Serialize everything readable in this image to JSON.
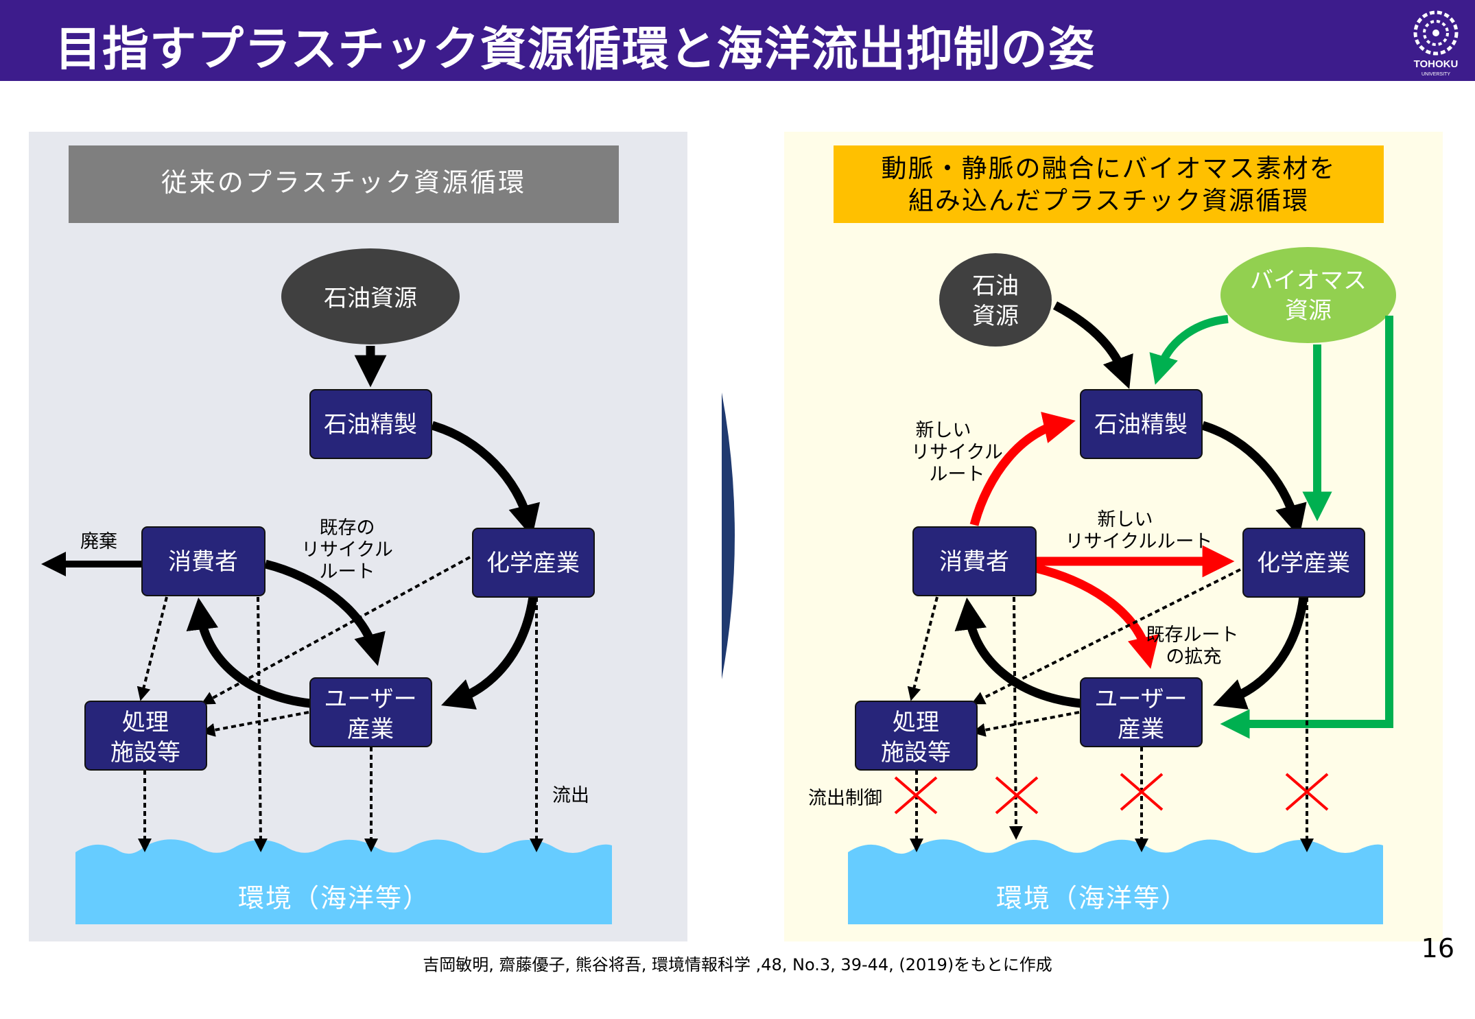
{
  "header": {
    "title": "目指すプラスチック資源循環と海洋流出抑制の姿",
    "logo_text": "TOHOKU",
    "logo_subtext": "UNIVERSITY",
    "bg_color": "#3d1c8c"
  },
  "left": {
    "title": "従来のプラスチック資源循環",
    "nodes": {
      "oil_resource": "石油資源",
      "refining": "石油精製",
      "chemical": "化学産業",
      "consumer": "消費者",
      "user_line1": "ユーザー",
      "user_line2": "産業",
      "facility_line1": "処理",
      "facility_line2": "施設等",
      "environment": "環境（海洋等）"
    },
    "labels": {
      "waste": "廃棄",
      "existing_line1": "既存の",
      "existing_line2": "リサイクル",
      "existing_line3": "ルート",
      "outflow": "流出"
    }
  },
  "right": {
    "title_line1": "動脈・静脈の融合にバイオマス素材を",
    "title_line2": "組み込んだプラスチック資源循環",
    "nodes": {
      "oil_line1": "石油",
      "oil_line2": "資源",
      "bio_line1": "バイオマス",
      "bio_line2": "資源",
      "refining": "石油精製",
      "chemical": "化学産業",
      "consumer": "消費者",
      "user_line1": "ユーザー",
      "user_line2": "産業",
      "facility_line1": "処理",
      "facility_line2": "施設等",
      "environment": "環境（海洋等）"
    },
    "labels": {
      "new_route_a1": "新しい",
      "new_route_a2": "リサイクル",
      "new_route_a3": "ルート",
      "new_route_b1": "新しい",
      "new_route_b2": "リサイクルルート",
      "expand_line1": "既存ルート",
      "expand_line2": "の拡充",
      "outflow_control": "流出制御"
    }
  },
  "colors": {
    "node_fill": "#27257a",
    "red": "#ff0000",
    "green": "#00b050",
    "water": "#66ccff",
    "left_panel": "#e6e8ee",
    "right_panel": "#fffde8",
    "right_title": "#ffc000",
    "left_title": "#7f7f7f"
  },
  "citation": "吉岡敏明, 齋藤優子, 熊谷将吾, 環境情報科学 ,48, No.3, 39-44, (2019)をもとに作成",
  "page_number": "16"
}
